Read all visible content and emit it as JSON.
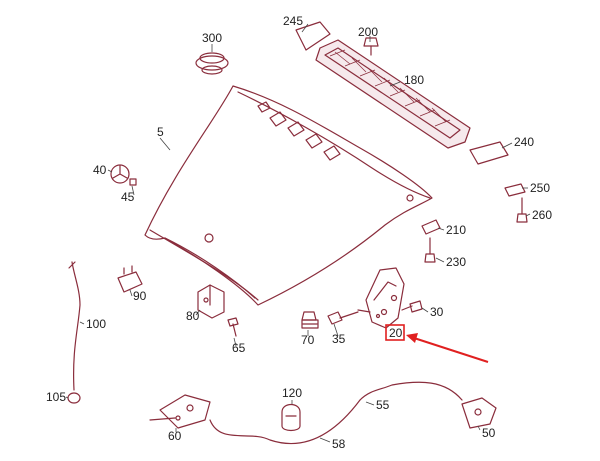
{
  "callouts": {
    "c5": "5",
    "c20": "20",
    "c30": "30",
    "c35": "35",
    "c40": "40",
    "c45": "45",
    "c50": "50",
    "c55": "55",
    "c58": "58",
    "c60": "60",
    "c65": "65",
    "c70": "70",
    "c80": "80",
    "c90": "90",
    "c100": "100",
    "c105": "105",
    "c120": "120",
    "c180": "180",
    "c200": "200",
    "c210": "210",
    "c230": "230",
    "c240": "240",
    "c245": "245",
    "c250": "250",
    "c260": "260",
    "c300": "300"
  },
  "highlight": {
    "target": "20",
    "box_color": "#e02020",
    "arrow_color": "#e02020"
  },
  "colors": {
    "line_art": "#8a2d3c",
    "label_text": "#222222",
    "background": "#ffffff"
  }
}
